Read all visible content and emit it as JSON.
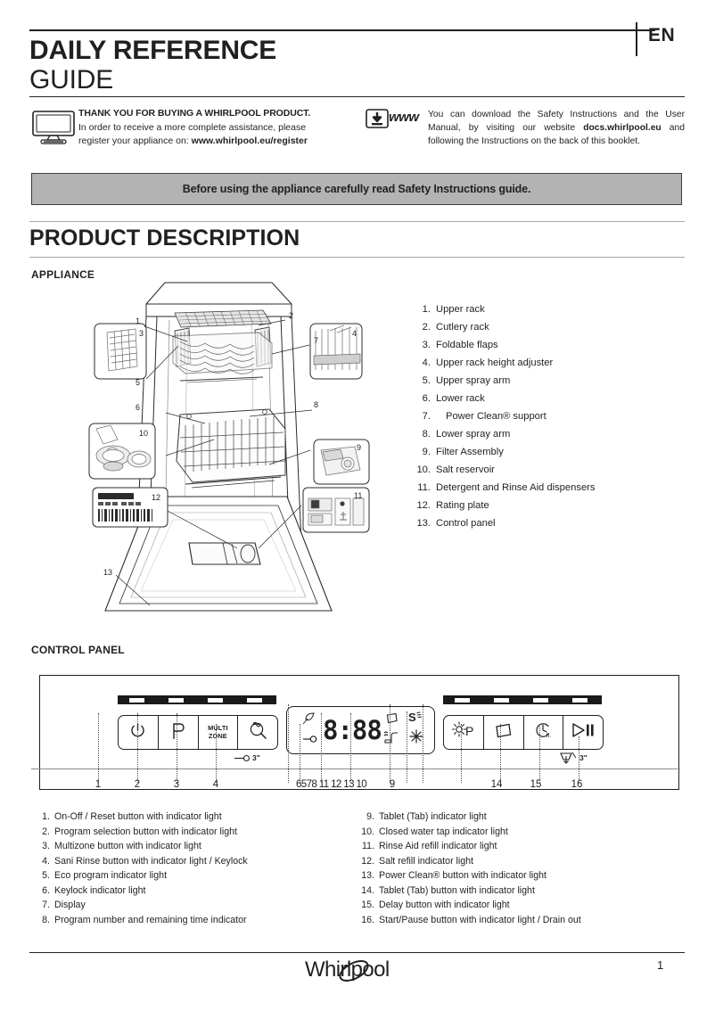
{
  "header": {
    "language": "EN",
    "title_line1": "DAILY REFERENCE",
    "title_line2": "GUIDE",
    "thank_you_title": "THANK YOU FOR BUYING A WHIRLPOOL PRODUCT.",
    "thank_you_line2": "In order to receive a more complete assistance, please",
    "thank_you_line3_pre": "register your appliance on: ",
    "thank_you_url": "www.whirlpool.eu/register",
    "www_label": "www",
    "download_text_pre": "You can download the Safety Instructions and the User Manual, by visiting our website ",
    "download_url": "docs.whirlpool.eu",
    "download_text_post": " and following the Instructions on the back of this booklet."
  },
  "banner": {
    "text": "Before using the appliance carefully read Safety Instructions guide."
  },
  "sections": {
    "product_description": "PRODUCT  DESCRIPTION",
    "appliance": "APPLIANCE",
    "control_panel": "CONTROL PANEL"
  },
  "appliance_parts": [
    {
      "num": "1.",
      "label": "Upper rack",
      "indent": false
    },
    {
      "num": "2.",
      "label": "Cutlery rack",
      "indent": false
    },
    {
      "num": "3.",
      "label": "Foldable flaps",
      "indent": false
    },
    {
      "num": "4.",
      "label": "Upper rack height adjuster",
      "indent": false
    },
    {
      "num": "5.",
      "label": "Upper spray arm",
      "indent": false
    },
    {
      "num": "6.",
      "label": "Lower  rack",
      "indent": false
    },
    {
      "num": "7.",
      "label": "Power Clean® support",
      "indent": true
    },
    {
      "num": "8.",
      "label": "Lower spray arm",
      "indent": false
    },
    {
      "num": "9.",
      "label": "Filter Assembly",
      "indent": false
    },
    {
      "num": "10.",
      "label": "Salt reservoir",
      "indent": false
    },
    {
      "num": "11.",
      "label": "Detergent and Rinse Aid dispensers",
      "indent": false
    },
    {
      "num": "12.",
      "label": "Rating plate",
      "indent": false
    },
    {
      "num": "13.",
      "label": "Control panel",
      "indent": false
    }
  ],
  "diagram_callouts": [
    "1",
    "2",
    "3",
    "4",
    "5",
    "6",
    "7",
    "8",
    "9",
    "10",
    "11",
    "12",
    "13"
  ],
  "control_panel": {
    "display_value": "8:88",
    "buttons_left": [
      {
        "id": "1",
        "icon": "power-icon",
        "label": ""
      },
      {
        "id": "2",
        "icon": "p-program-icon",
        "label": ""
      },
      {
        "id": "3",
        "icon": "multizone-icon",
        "label": "MULTI\nZONE"
      },
      {
        "id": "4",
        "icon": "sani-rinse-icon",
        "label": ""
      }
    ],
    "buttons_right": [
      {
        "id": "13",
        "icon": "power-clean-icon",
        "label": ""
      },
      {
        "id": "14",
        "icon": "tablet-icon",
        "label": ""
      },
      {
        "id": "15",
        "icon": "delay-clock-icon",
        "label": ""
      },
      {
        "id": "16",
        "icon": "start-pause-icon",
        "label": ""
      }
    ],
    "keylock_hint": "3\"",
    "drain_hint": "3\"",
    "display_icons": [
      "eco-leaf-icon",
      "keylock-icon",
      "tablet-icon",
      "salt-s-icon",
      "water-tap-icon",
      "rinse-aid-star-icon"
    ],
    "numbers_left": [
      "1",
      "2",
      "3",
      "4"
    ],
    "numbers_display": "6578 11 12 13 10",
    "numbers_display_9": "9",
    "numbers_right": [
      "14",
      "15",
      "16"
    ]
  },
  "legend_col1": [
    {
      "num": "1.",
      "text": "On-Off / Reset button with indicator light"
    },
    {
      "num": "2.",
      "text": "Program selection button with indicator light"
    },
    {
      "num": "3.",
      "text": "Multizone button with indicator light"
    },
    {
      "num": "4.",
      "text": "Sani Rinse button with indicator light / Keylock"
    },
    {
      "num": "5.",
      "text": "Eco program indicator light"
    },
    {
      "num": "6.",
      "text": "Keylock indicator light"
    },
    {
      "num": "7.",
      "text": "Display"
    },
    {
      "num": "8.",
      "text": "Program number and remaining time indicator"
    }
  ],
  "legend_col2": [
    {
      "num": "9.",
      "text": "Tablet (Tab) indicator light"
    },
    {
      "num": "10.",
      "text": "Closed water tap indicator light"
    },
    {
      "num": "11.",
      "text": "Rinse Aid refill indicator light"
    },
    {
      "num": "12.",
      "text": "Salt refill indicator light"
    },
    {
      "num": "13.",
      "text": "Power Clean® button with indicator light"
    },
    {
      "num": "14.",
      "text": "Tablet (Tab) button with indicator light"
    },
    {
      "num": "15.",
      "text": "Delay button with indicator light"
    },
    {
      "num": "16.",
      "text": "Start/Pause button with indicator light / Drain out"
    }
  ],
  "footer": {
    "brand": "Whirlpool",
    "page_number": "1"
  },
  "colors": {
    "ink": "#231f20",
    "banner_bg": "#b3b3b3",
    "rule": "#a8a8a8",
    "bar": "#1a1a1a"
  }
}
